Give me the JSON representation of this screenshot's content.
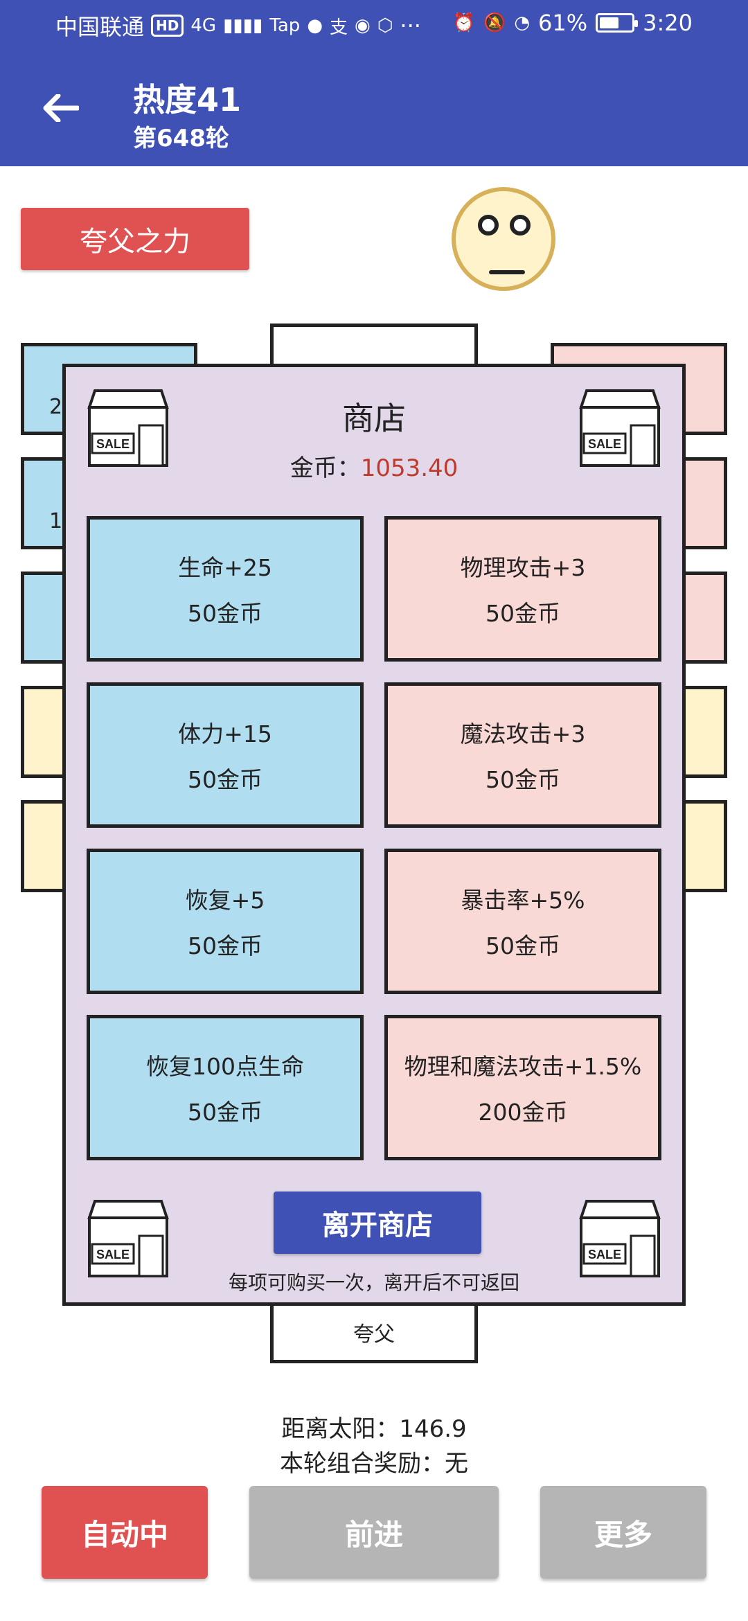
{
  "status_bar": {
    "carrier": "中国联通",
    "hd": "HD",
    "network": "4G",
    "tap": "Tap",
    "more": "···",
    "battery": "61%",
    "time": "3:20"
  },
  "header": {
    "title": "热度41",
    "subtitle": "第648轮"
  },
  "power_button": "夸父之力",
  "board": {
    "left_top_text": "2",
    "left_second_text": "1",
    "bottom_cell_text": "夸父"
  },
  "shop": {
    "title": "商店",
    "gold_label": "金币：",
    "gold_value": "1053.40",
    "sale_label": "SALE",
    "items": [
      {
        "name": "生命+25",
        "price": "50金币"
      },
      {
        "name": "物理攻击+3",
        "price": "50金币"
      },
      {
        "name": "体力+15",
        "price": "50金币"
      },
      {
        "name": "魔法攻击+3",
        "price": "50金币"
      },
      {
        "name": "恢复+5",
        "price": "50金币"
      },
      {
        "name": "暴击率+5%",
        "price": "50金币"
      },
      {
        "name": "恢复100点生命",
        "price": "50金币"
      },
      {
        "name": "物理和魔法攻击+1.5%",
        "price": "200金币"
      }
    ],
    "leave_button": "离开商店",
    "note": "每项可购买一次，离开后不可返回"
  },
  "info": {
    "distance": "距离太阳：146.9",
    "combo": "本轮组合奖励：无"
  },
  "buttons": {
    "auto": "自动中",
    "forward": "前进",
    "more": "更多"
  },
  "colors": {
    "primary": "#3F51B5",
    "danger": "#E05252",
    "disabled": "#B5B5B5",
    "shop_bg": "#E3D7EA",
    "cell_blue": "#B0DDEF",
    "cell_pink": "#F9D9D5",
    "cell_yellow": "#FFF3CC",
    "gold_text": "#C0392B"
  }
}
